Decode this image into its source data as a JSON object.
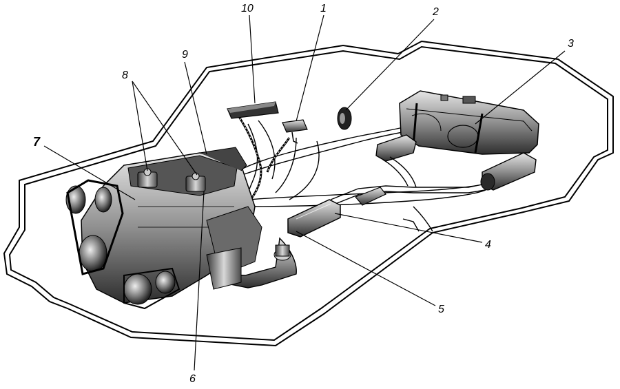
{
  "labels": {
    "n1": "1",
    "n2": "2",
    "n3": "3",
    "n4": "4",
    "n5": "5",
    "n6": "6",
    "n7": "7",
    "n8": "8",
    "n9": "9",
    "n10": "10"
  },
  "colors": {
    "outline": "#000000",
    "metal_dark": "#3a3a3a",
    "metal_mid": "#8c8c8c",
    "metal_light": "#d9d9d9",
    "background": "#ffffff"
  }
}
